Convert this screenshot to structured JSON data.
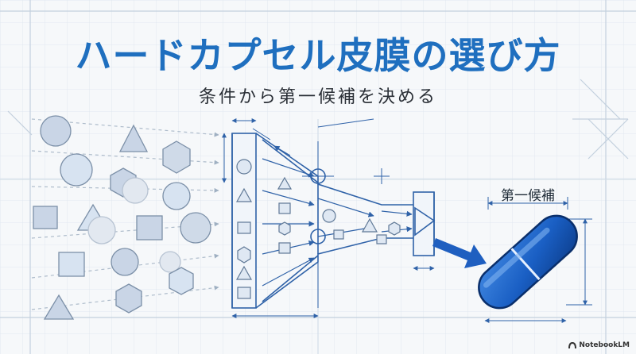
{
  "title": "ハードカプセル皮膜の選び方",
  "subtitle": "条件から第一候補を決める",
  "candidate_label": "第一候補",
  "brand": "NotebookLM",
  "colors": {
    "accent": "#1f6fbf",
    "capsule": "#1a5fc4",
    "capsule_dark": "#0d3f8e",
    "line": "#2f62a8",
    "grid": "#c9d6e4"
  },
  "icons": {
    "brand": "notebooklm-logo-icon",
    "capsule": "capsule-icon",
    "arrow": "arrow-right-icon"
  }
}
